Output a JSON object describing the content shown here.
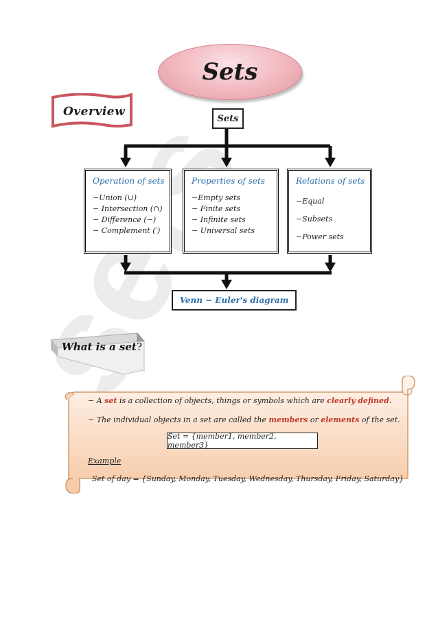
{
  "watermark": "sets",
  "title": "Sets",
  "overview_tab": "Overview",
  "diagram": {
    "root": "Sets",
    "categories": [
      {
        "title": "Operation of sets",
        "items": [
          "−Union (∪)",
          "− Intersection (∩)",
          "− Difference (−)",
          "− Complement (′)"
        ]
      },
      {
        "title": "Properties of sets",
        "items": [
          "−Empty sets",
          "− Finite sets",
          "− Infinite sets",
          "− Universal sets"
        ]
      },
      {
        "title": "Relations of sets",
        "items": [
          "−Equal",
          "−Subsets",
          "−Power sets"
        ]
      }
    ],
    "bottom": "Venn − Euler's diagram"
  },
  "question": {
    "text": "What is a set",
    "mark": "?"
  },
  "definition": {
    "line1_pre": "− A ",
    "line1_set": "set",
    "line1_mid": " is a collection of objects, things or symbols which are ",
    "line1_hl": "clearly defined",
    "line1_end": ".",
    "line2_pre": "− The individual objects in a set are called the ",
    "line2_members": "members",
    "line2_or": " or ",
    "line2_elements": "elements",
    "line2_end": " of the set.",
    "formula": "Set  =  {member1, member2, member3}",
    "example_label": "Example",
    "example": "Set of  day  =  {Sunday, Monday, Tuesday, Wednesday, Thursday, Friday, Saturday}"
  }
}
